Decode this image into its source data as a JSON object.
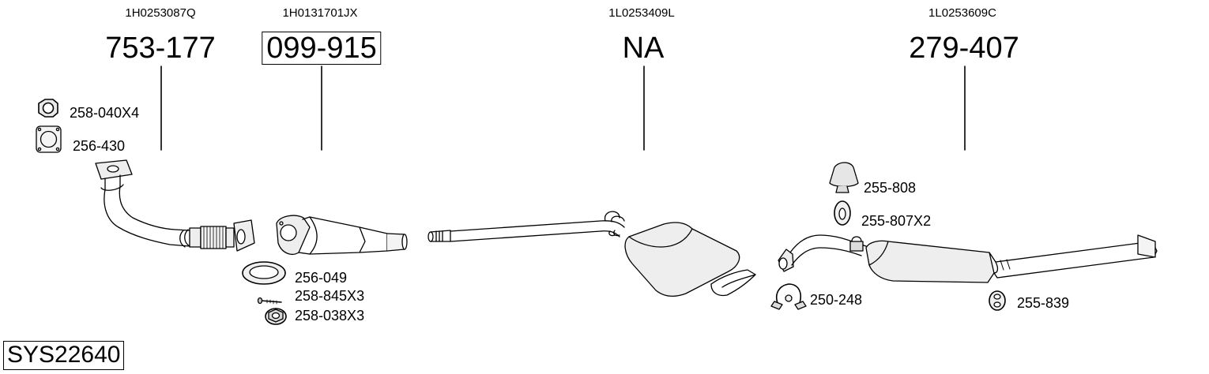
{
  "system_code": "SYS22640",
  "columns": [
    {
      "oem": "1H0253087Q",
      "part": "753-177",
      "boxed": false
    },
    {
      "oem": "1H0131701JX",
      "part": "099-915",
      "boxed": true
    },
    {
      "oem": "1L0253409L",
      "part": "NA",
      "boxed": false
    },
    {
      "oem": "1L0253609C",
      "part": "279-407",
      "boxed": false
    }
  ],
  "accessories": {
    "nut_x4": "258-040X4",
    "flange_gasket": "256-430",
    "ring_gasket": "256-049",
    "bolt_x3": "258-845X3",
    "flange_nut_x3": "258-038X3",
    "rubber_mount": "255-808",
    "hanger_ring_x2": "255-807X2",
    "clamp": "250-248",
    "rubber_ring": "255-839"
  }
}
